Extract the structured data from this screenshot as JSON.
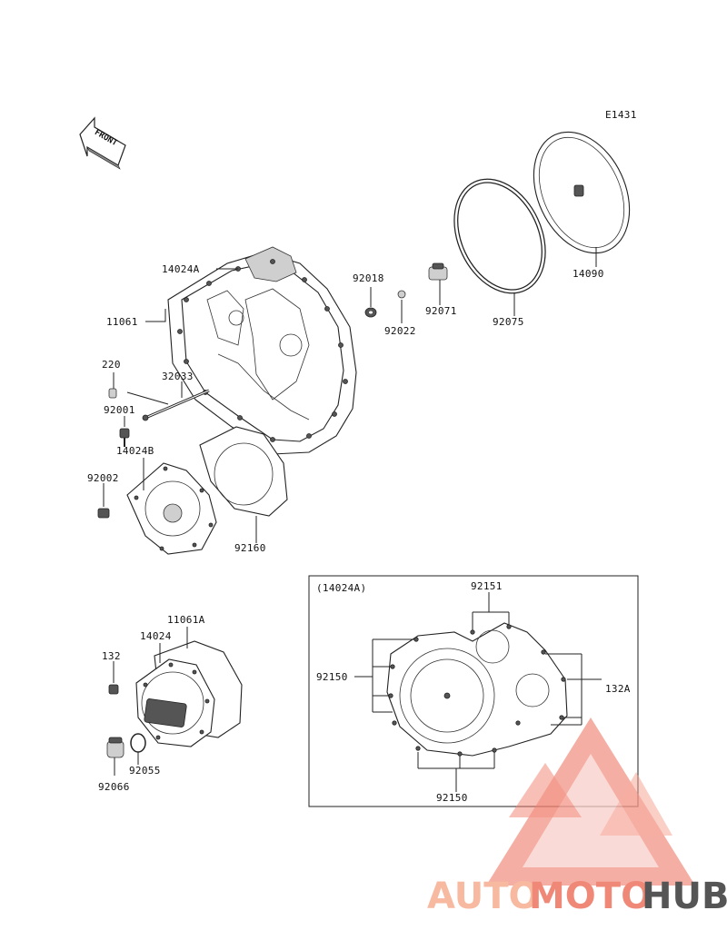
{
  "diagram": {
    "code": "E1431",
    "front_label": "FRONT",
    "inset_title": "(14024A)"
  },
  "labels": {
    "p14024A": "14024A",
    "p11061": "11061",
    "p220": "220",
    "p32033": "32033",
    "p92001": "92001",
    "p14024B": "14024B",
    "p92002": "92002",
    "p92160": "92160",
    "p92018": "92018",
    "p92022": "92022",
    "p92071": "92071",
    "p92075": "92075",
    "p14090": "14090",
    "p11061A": "11061A",
    "p14024": "14024",
    "p132": "132",
    "p92055": "92055",
    "p92066": "92066",
    "inset_92151": "92151",
    "inset_92150_left": "92150",
    "inset_132A": "132A",
    "inset_92150_bottom": "92150"
  },
  "watermark": {
    "part1": "AUTO",
    "part2": "MOTO",
    "part3": "HUB",
    "color_light": "#f7b9a0",
    "color_mid": "#f08878",
    "color_dark": "#555555",
    "triangle_color": "#f08070"
  }
}
